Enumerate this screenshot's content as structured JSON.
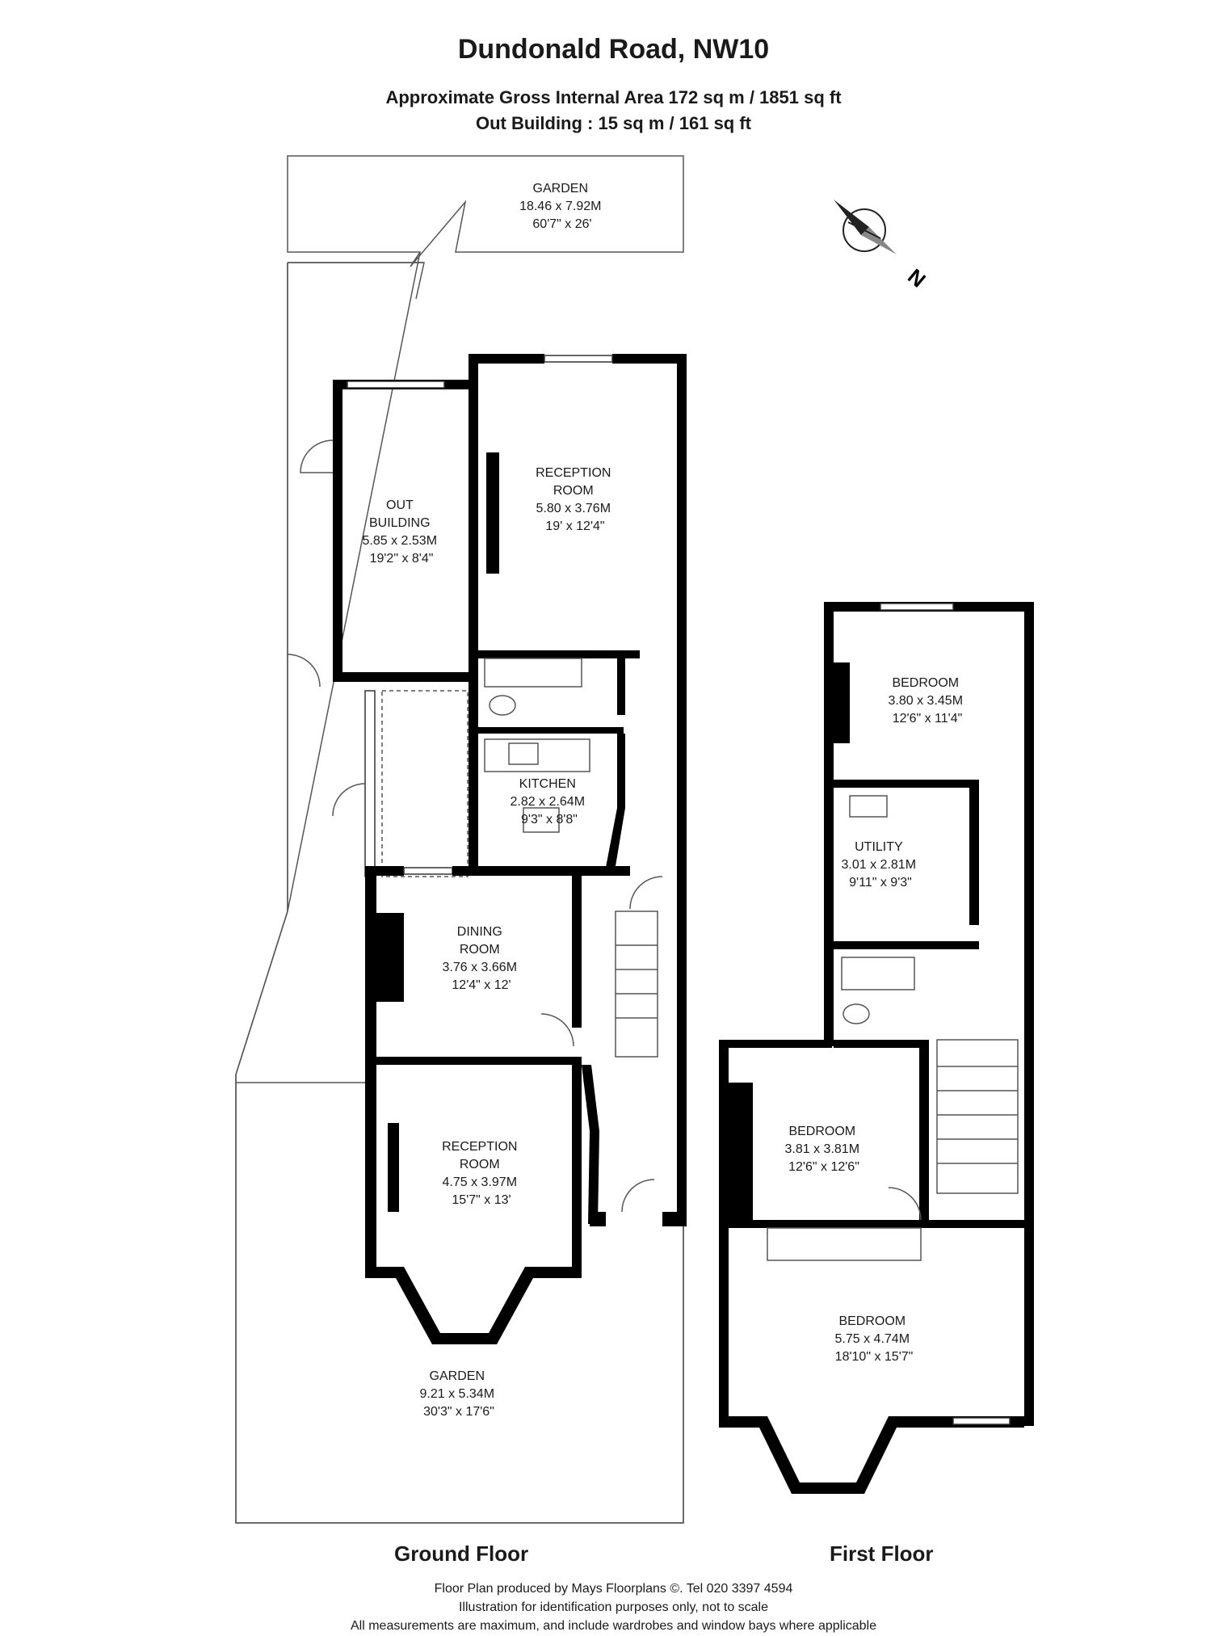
{
  "header": {
    "title": "Dundonald Road, NW10",
    "area_line": "Approximate Gross Internal Area 172 sq m  /  1851 sq ft",
    "outbuilding_line": "Out Building : 15 sq m  /  161 sq ft"
  },
  "rooms": {
    "garden_top": [
      "GARDEN",
      "18.46 x 7.92M",
      "60'7\" x 26'"
    ],
    "out_building": [
      "OUT",
      "BUILDING",
      "5.85 x 2.53M",
      "19'2\" x 8'4\""
    ],
    "reception_top": [
      "RECEPTION",
      "ROOM",
      "5.80 x 3.76M",
      "19' x 12'4\""
    ],
    "kitchen": [
      "KITCHEN",
      "2.82 x 2.64M",
      "9'3\" x 8'8\""
    ],
    "dining": [
      "DINING",
      "ROOM",
      "3.76 x 3.66M",
      "12'4\" x 12'"
    ],
    "reception_front": [
      "RECEPTION",
      "ROOM",
      "4.75 x 3.97M",
      "15'7\" x 13'"
    ],
    "garden_front": [
      "GARDEN",
      "9.21 x 5.34M",
      "30'3\" x 17'6\""
    ],
    "bedroom_rear": [
      "BEDROOM",
      "3.80 x 3.45M",
      "12'6\" x 11'4\""
    ],
    "utility": [
      "UTILITY",
      "3.01 x 2.81M",
      "9'11\" x 9'3\""
    ],
    "bedroom_mid": [
      "BEDROOM",
      "3.81 x 3.81M",
      "12'6\" x 12'6\""
    ],
    "bedroom_front": [
      "BEDROOM",
      "5.75 x 4.74M",
      "18'10\" x 15'7\""
    ]
  },
  "compass": {
    "label": "N"
  },
  "floors": {
    "ground": "Ground Floor",
    "first": "First Floor"
  },
  "footer": {
    "line1": "Floor Plan produced by Mays Floorplans ©. Tel 020 3397 4594",
    "line2": "Illustration for identification purposes only, not to scale",
    "line3": "All measurements are maximum, and include wardrobes and window bays where applicable"
  }
}
